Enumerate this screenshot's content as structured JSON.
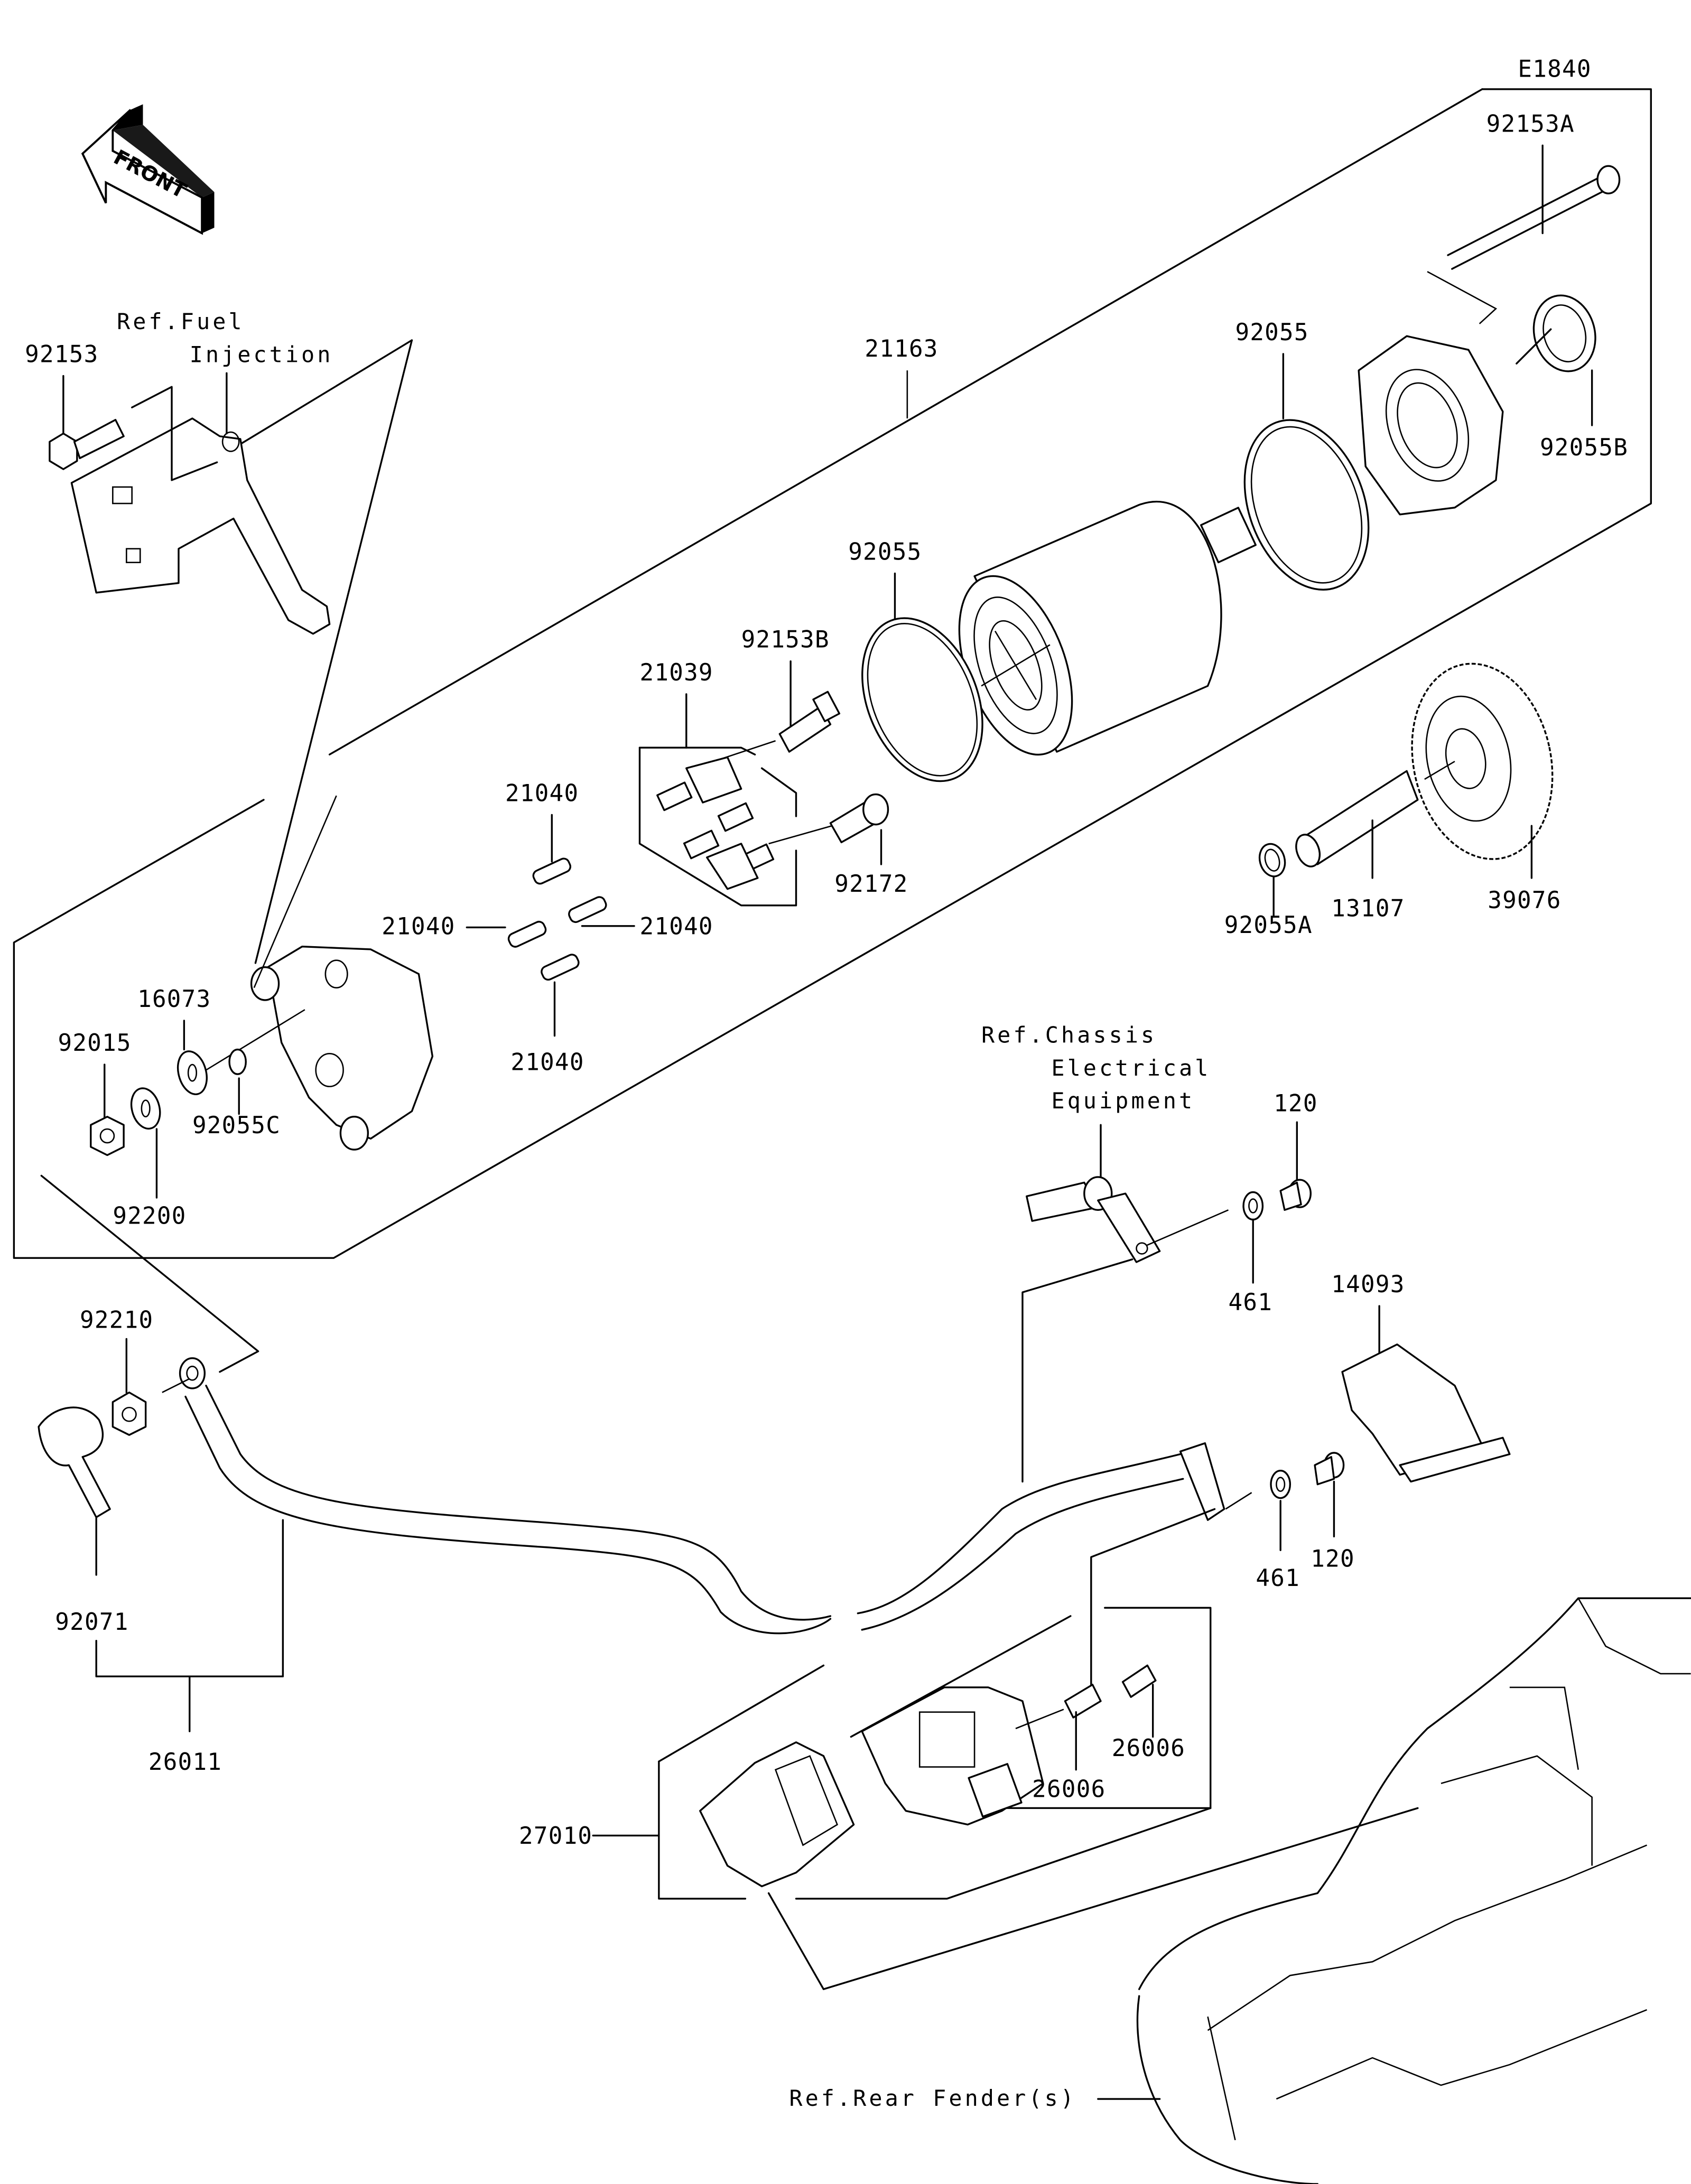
{
  "diagram": {
    "code": "E1840",
    "front_indicator": "FRONT",
    "callouts": {
      "p92153A": "92153A",
      "p92055_top": "92055",
      "p92055B": "92055B",
      "p21163": "21163",
      "p92055_mid": "92055",
      "p92153B": "92153B",
      "p21039": "21039",
      "p92172": "92172",
      "p21040_top": "21040",
      "p21040_left": "21040",
      "p21040_right": "21040",
      "p21040_bottom": "21040",
      "p92055A": "92055A",
      "p13107": "13107",
      "p39076": "39076",
      "p92153": "92153",
      "p16073": "16073",
      "p92015": "92015",
      "p92055C": "92055C",
      "p92200": "92200",
      "p120_top": "120",
      "p461_top": "461",
      "p14093": "14093",
      "p120_bottom": "120",
      "p461_bottom": "461",
      "p92210": "92210",
      "p92071": "92071",
      "p26011": "26011",
      "p26006_right": "26006",
      "p26006_left": "26006",
      "p27010": "27010"
    },
    "references": {
      "fuel_line1": "Ref.Fuel",
      "fuel_line2": "Injection",
      "chassis_line1": "Ref.Chassis",
      "chassis_line2": "Electrical",
      "chassis_line3": "Equipment",
      "rear_fender": "Ref.Rear Fender(s)"
    }
  }
}
